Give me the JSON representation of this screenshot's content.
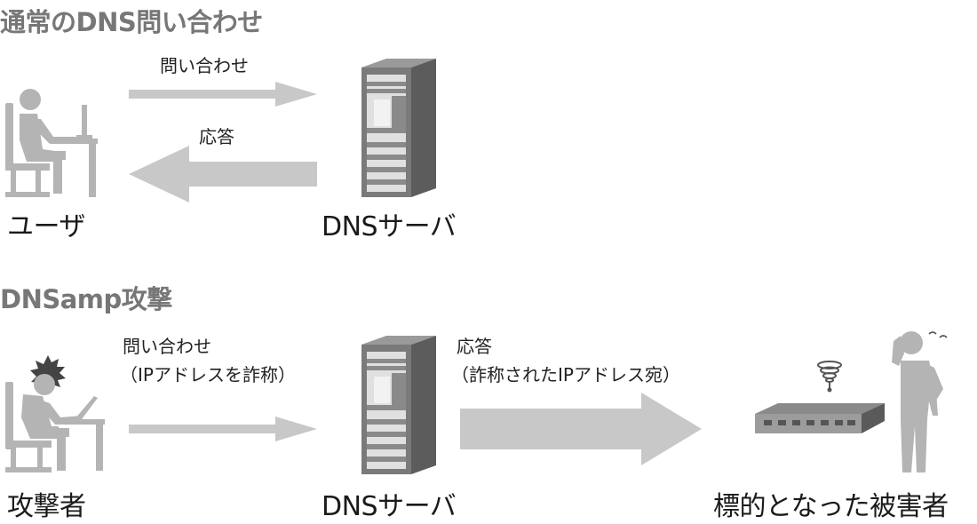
{
  "section1": {
    "title": "通常のDNS問い合わせ",
    "arrow_query_label": "問い合わせ",
    "arrow_response_label": "応答",
    "user_label": "ユーザ",
    "server_label": "DNSサーバ"
  },
  "section2": {
    "title": "DNSamp攻撃",
    "query_label_line1": "問い合わせ",
    "query_label_line2": "（IPアドレスを詐称）",
    "response_label_line1": "応答",
    "response_label_line2": "（詐称されたIPアドレス宛）",
    "attacker_label": "攻撃者",
    "server_label": "DNSサーバ",
    "victim_label": "標的となった被害者"
  },
  "colors": {
    "arrow": "#c8c8c8",
    "figure": "#b4b4b4",
    "server_dark": "#6e6e6e",
    "section_title": "#777777"
  },
  "icons": [
    "user-at-desk-icon",
    "server-rack-icon",
    "attacker-at-desk-icon",
    "network-switch-icon",
    "confused-person-icon",
    "dizzy-icon"
  ]
}
